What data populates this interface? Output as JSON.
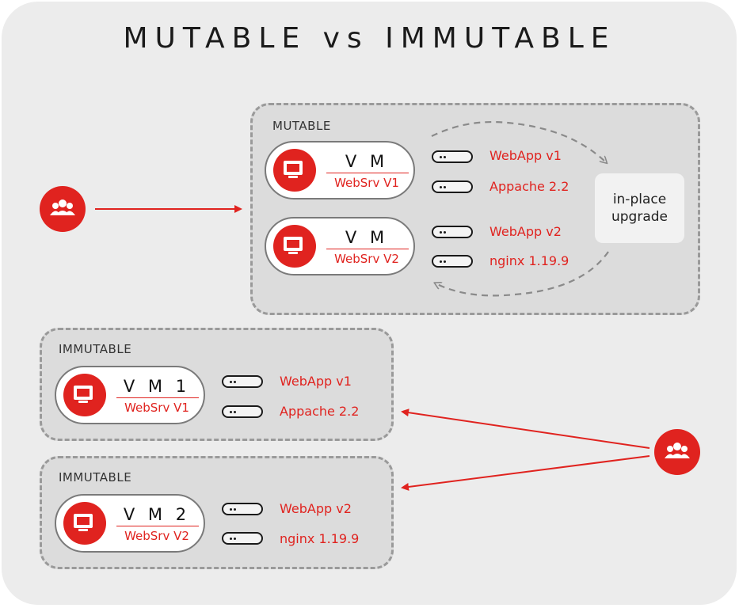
{
  "title": "MUTABLE vs IMMUTABLE",
  "colors": {
    "accent": "#e0231f",
    "group_bg": "#dcdcdc",
    "card_bg": "#ececec",
    "border": "#9a9a9a"
  },
  "mutable": {
    "label": "MUTABLE",
    "vms": [
      {
        "name": "V M",
        "sub": "WebSrv V1",
        "components": [
          "WebApp v1",
          "Appache 2.2"
        ]
      },
      {
        "name": "V M",
        "sub": "WebSrv V2",
        "components": [
          "WebApp v2",
          "nginx 1.19.9"
        ]
      }
    ],
    "upgrade_text": "in-place upgrade"
  },
  "immutable": [
    {
      "label": "IMMUTABLE",
      "vm": {
        "name": "V M 1",
        "sub": "WebSrv V1",
        "components": [
          "WebApp v1",
          "Appache 2.2"
        ]
      }
    },
    {
      "label": "IMMUTABLE",
      "vm": {
        "name": "V M 2",
        "sub": "WebSrv V2",
        "components": [
          "WebApp v2",
          "nginx 1.19.9"
        ]
      }
    }
  ],
  "icons": {
    "vm": "monitor-icon",
    "users": "users-icon",
    "component": "server-icon"
  }
}
